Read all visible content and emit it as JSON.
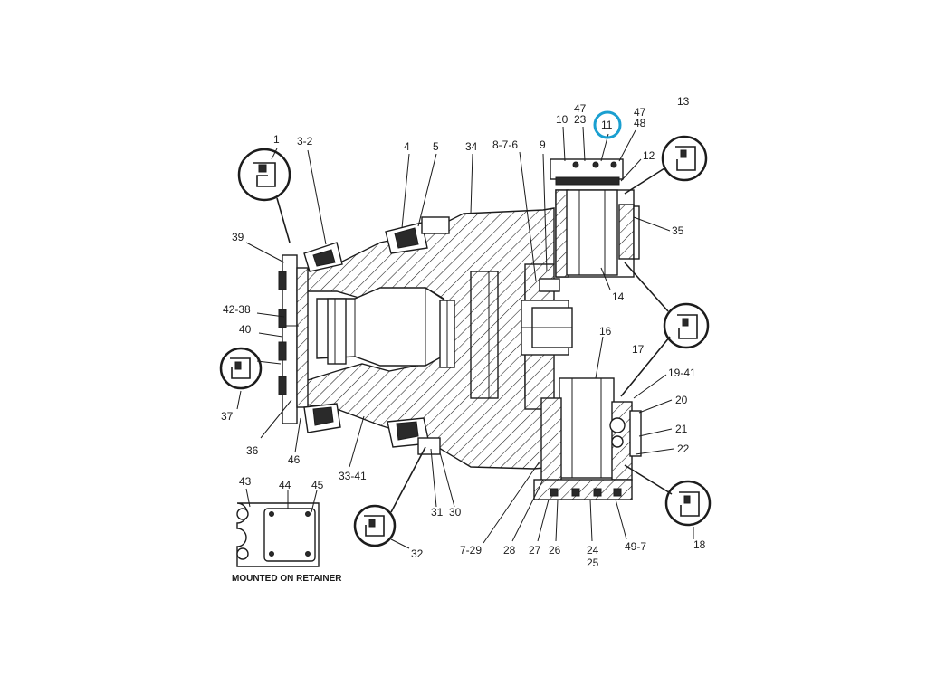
{
  "labels": {
    "l1": "1",
    "l3_2": "3-2",
    "l4": "4",
    "l5": "5",
    "l34": "34",
    "l8_7_6": "8-7-6",
    "l9": "9",
    "l10": "10",
    "l47a": "47",
    "l23": "23",
    "l11": "11",
    "l47b": "47",
    "l48": "48",
    "l13": "13",
    "l12": "12",
    "l35": "35",
    "l14": "14",
    "l39": "39",
    "l42_38": "42-38",
    "l40": "40",
    "l37": "37",
    "l36": "36",
    "l46": "46",
    "l33_41": "33-41",
    "l31": "31",
    "l30": "30",
    "l32": "32",
    "l16": "16",
    "l17": "17",
    "l19_41": "19-41",
    "l20": "20",
    "l21": "21",
    "l22": "22",
    "l18": "18",
    "l7_29": "7-29",
    "l28": "28",
    "l27": "27",
    "l26": "26",
    "l24": "24",
    "l25": "25",
    "l49_7": "49-7",
    "l43": "43",
    "l44": "44",
    "l45": "45",
    "caption": "MOUNTED ON RETAINER"
  },
  "highlight": {
    "label": "11",
    "color": "#1a9fd0"
  },
  "colors": {
    "ink": "#1c1c1c"
  }
}
